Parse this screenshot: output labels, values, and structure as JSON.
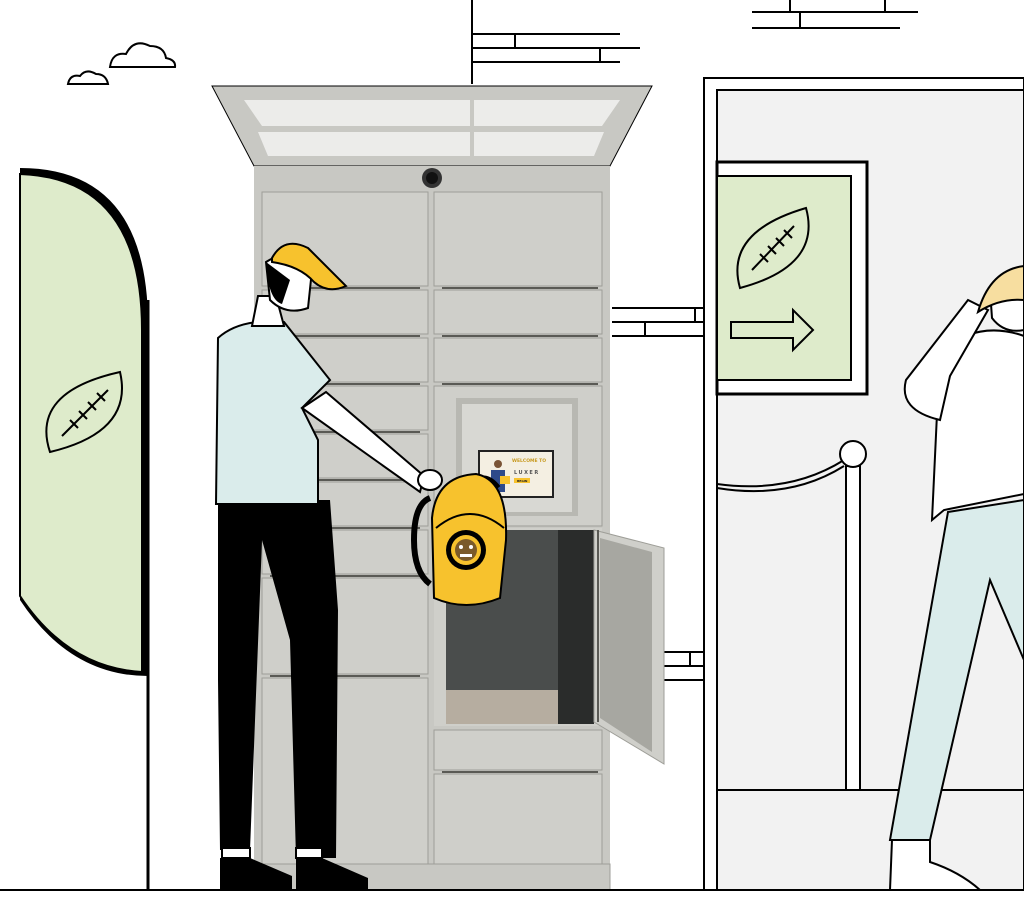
{
  "scene": {
    "subject": "parcel locker pickup illustration"
  },
  "kiosk_screen": {
    "welcome_text": "WELCOME TO",
    "brand_text": "LUXER",
    "button_text": "BEGIN"
  },
  "colors": {
    "background": "#ffffff",
    "line": "#000000",
    "locker_body": "#c8c8c3",
    "locker_door": "#cfcfca",
    "locker_shadow": "#b8b8b2",
    "locker_interior": "#3c3f3e",
    "canopy_glass": "#ececea",
    "banner_fill": "#deebcb",
    "sign_fill": "#deebcb",
    "shirt_fill": "#daeceb",
    "pants_fill": "#daeceb",
    "backpack_yellow": "#f7c22d",
    "cap_yellow": "#f7c22d",
    "skin": "#ffffff",
    "wall_fill": "#f2f2f2"
  },
  "icons": {
    "banner_icon": "football-icon",
    "sign_icon": "football-icon",
    "sign_arrow": "arrow-right-icon",
    "backpack_logo": "bulldog-logo-icon",
    "camera": "camera-dome-icon"
  }
}
